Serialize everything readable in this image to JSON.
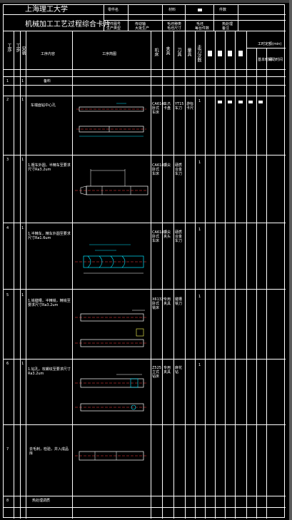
{
  "header": {
    "school": "上海理工大学",
    "card_title": "机械加工工艺过程综合卡片",
    "row1": [
      "零件名",
      "",
      "材料",
      "",
      "件数",
      ""
    ],
    "row2": [
      "零件图号",
      "传动轴",
      "毛坯种类",
      "",
      "毛坯",
      "热处理"
    ],
    "row3": [
      "生产类型",
      "大批生产",
      "毛坯尺寸",
      "",
      "每台件数",
      "备注"
    ]
  },
  "columns": {
    "seq": "工序",
    "step": "工步",
    "install": "安装",
    "content": "工序内容",
    "sketch": "工序简图",
    "machine": "机床",
    "fixture": "夹具",
    "tool": "刀具",
    "measure": "量具",
    "passes": "走刀次数",
    "time_header": "工时定额(min)",
    "time_sub": [
      "基本时间",
      "辅助时间"
    ]
  },
  "rows": [
    {
      "no": "1",
      "step": "1",
      "content": "备料",
      "machine": "",
      "fixture": "",
      "tool": "",
      "measure": "",
      "passes": ""
    },
    {
      "no": "2",
      "step": "1",
      "content": "车端面钻中心孔",
      "machine": "CA6140卧式车床",
      "fixture": "三爪卡盘",
      "tool": "YT15车刀",
      "measure": "游标卡尺",
      "passes": "1"
    },
    {
      "no": "3",
      "step": "1",
      "content": "1.粗车外圆，半精车至要求尺寸Ra3.2um",
      "machine": "CA6140卧式车床",
      "fixture": "顶尖",
      "tool": "硬质合金车刀",
      "measure": "",
      "passes": "1"
    },
    {
      "no": "4",
      "step": "1",
      "content": "1.半精车，精车外圆至要求尺寸Ra1.6um",
      "machine": "CA6140卧式车床",
      "fixture": "顶尖夹头",
      "tool": "硬质合金车刀",
      "measure": "",
      "passes": "1"
    },
    {
      "no": "5",
      "step": "1",
      "content": "1.铣键槽，半精铣，精铣至要求尺寸Ra3.2um",
      "machine": "X6132卧式铣床",
      "fixture": "专用夹具",
      "tool": "键槽铣刀",
      "measure": "",
      "passes": "1"
    },
    {
      "no": "6",
      "step": "1",
      "content": "1.钻孔，攻螺纹至要求尺寸Ra3.2um",
      "machine": "Z525立式钻床",
      "fixture": "专用夹具",
      "tool": "麻花钻",
      "measure": "",
      "passes": "1"
    },
    {
      "no": "7",
      "step": "",
      "content": "去毛刺，检验，并入成品库",
      "machine": "",
      "fixture": "",
      "tool": "",
      "measure": "",
      "passes": ""
    },
    {
      "no": "8",
      "step": "",
      "content": "热处理调质",
      "machine": "",
      "fixture": "",
      "tool": "",
      "measure": "",
      "passes": ""
    }
  ],
  "colors": {
    "line": "#ffffff",
    "dim": "#00e5ff",
    "center": "#ff4040",
    "accent": "#ffff55"
  }
}
